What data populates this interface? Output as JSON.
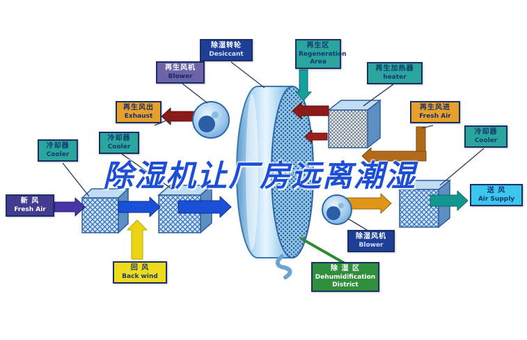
{
  "watermark": "除湿机让厂房远离潮湿",
  "labels": {
    "regen_blower": {
      "zh": "再生风机",
      "en": "Blower"
    },
    "desiccant_wheel": {
      "zh": "除湿转轮",
      "en": "Desiccant"
    },
    "regen_area": {
      "zh": "再生区",
      "en": "Regeneration Area"
    },
    "regen_heater": {
      "zh": "再生加热器",
      "en": "heater"
    },
    "regen_out": {
      "zh": "再生风出",
      "en": "Exhaust"
    },
    "regen_in": {
      "zh": "再生风进",
      "en": "Fresh Air"
    },
    "cooler_mid": {
      "zh": "冷却器",
      "en": "Cooler"
    },
    "cooler_far": {
      "zh": "冷却器",
      "en": "Cooler"
    },
    "cooler_right": {
      "zh": "冷却器",
      "en": "Cooler"
    },
    "fresh_air": {
      "zh": "新  风",
      "en": "Fresh Air"
    },
    "air_supply": {
      "zh": "送  风",
      "en": "Air Supply"
    },
    "back_wind": {
      "zh": "回  风",
      "en": "Back wind"
    },
    "dehum_blower": {
      "zh": "除湿风机",
      "en": "Blower"
    },
    "dehum_district": {
      "zh": "除 湿 区",
      "en": "Dehumidification District"
    }
  },
  "colors": {
    "process_blue": "#1a50d8",
    "regen_dark_red": "#8b1a1a",
    "hot_orange": "#e09418",
    "brown": "#b06a1a",
    "teal": "#2aa69e",
    "yellow": "#ecd414",
    "green": "#2f8f3a",
    "purple": "#4a35a8",
    "watermark_blue": "#1c4fd6"
  }
}
